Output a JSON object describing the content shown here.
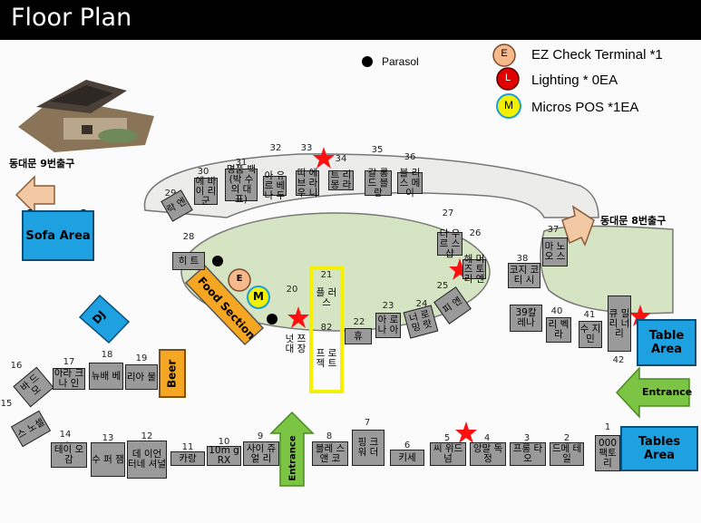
{
  "title": "Floor Plan",
  "legend": {
    "parasol": "Parasol",
    "ez_letter": "E",
    "ez_label": "EZ Check Terminal *1",
    "lighting_letter": "L",
    "lighting_label": "Lighting * 0EA",
    "pos_letter": "M",
    "pos_label": "Micros POS *1EA"
  },
  "exits": {
    "left": "동대문 9번출구",
    "right": "동대문 8번출구"
  },
  "areas": {
    "sofa": "Sofa Area",
    "dj": "DJ",
    "beer": "Beer",
    "food": "Food Section",
    "table": "Table Area",
    "tables": "Tables Area",
    "entrance_right": "Entrance",
    "entrance_bottom": "Entrance",
    "ez_marker": "E",
    "pos_marker": "M"
  },
  "stalls": [
    {
      "n": "1",
      "name": "000 팩토리"
    },
    {
      "n": "2",
      "name": "드메 테일"
    },
    {
      "n": "3",
      "name": "프롱 타오"
    },
    {
      "n": "4",
      "name": "앙말 독정"
    },
    {
      "n": "5",
      "name": "씨 위드 넘"
    },
    {
      "n": "6",
      "name": "키세"
    },
    {
      "n": "7",
      "name": "핑 크 워 더"
    },
    {
      "n": "8",
      "name": "블레 스앤 코"
    },
    {
      "n": "9",
      "name": "사이 쥬얼 리"
    },
    {
      "n": "10",
      "name": "10m gRX"
    },
    {
      "n": "11",
      "name": "카랑"
    },
    {
      "n": "12",
      "name": "데 이언 터네 셔널"
    },
    {
      "n": "13",
      "name": "수 퍼 잼"
    },
    {
      "n": "14",
      "name": "테이 오감"
    },
    {
      "n": "15",
      "name": "스 노셀"
    },
    {
      "n": "16",
      "name": "바 드 모"
    },
    {
      "n": "17",
      "name": "아라 크나 인"
    },
    {
      "n": "18",
      "name": "뉴배 베"
    },
    {
      "n": "19",
      "name": "리아 물"
    },
    {
      "n": "20",
      "name": "넛 쯔 대 장"
    },
    {
      "n": "21",
      "name": "플 러 스"
    },
    {
      "n": "82",
      "name": "프 로 젝 트"
    },
    {
      "n": "22",
      "name": "휴"
    },
    {
      "n": "23",
      "name": "아 로 나 아"
    },
    {
      "n": "24",
      "name": "너 로 밍 랏"
    },
    {
      "n": "25",
      "name": "피 엔"
    },
    {
      "n": "26",
      "name": "해 머 즈 토 리 엔"
    },
    {
      "n": "27",
      "name": "더 우 르 스 샵"
    },
    {
      "n": "28",
      "name": "히 트"
    },
    {
      "n": "29",
      "name": "락 엔"
    },
    {
      "n": "30",
      "name": "에 바 이 리 군"
    },
    {
      "n": "31",
      "name": "명품 백 (박 수의 대표)"
    },
    {
      "n": "32",
      "name": "아 유 르 베 나 두"
    },
    {
      "n": "33",
      "name": "띠 에 브 라 우 니"
    },
    {
      "n": "34",
      "name": "트 리 몽 라"
    },
    {
      "n": "35",
      "name": "갈 롱 드 블 랑"
    },
    {
      "n": "36",
      "name": "블 리 스 메 이"
    },
    {
      "n": "37",
      "name": "마 노 오 스"
    },
    {
      "n": "38",
      "name": "코지 코티 시"
    },
    {
      "n": "39",
      "name": "39칼 레나"
    },
    {
      "n": "40",
      "name": "리 벡 라"
    },
    {
      "n": "41",
      "name": "수 지 민"
    },
    {
      "n": "42",
      "name": "큐 밀 리 너 리"
    }
  ],
  "colors": {
    "stall": "#9a9a9a",
    "area": "#1da1e0",
    "beer": "#f5a623",
    "green": "#d5e4c3",
    "arrow": "#7cc443",
    "highlight": "#f5f000"
  }
}
